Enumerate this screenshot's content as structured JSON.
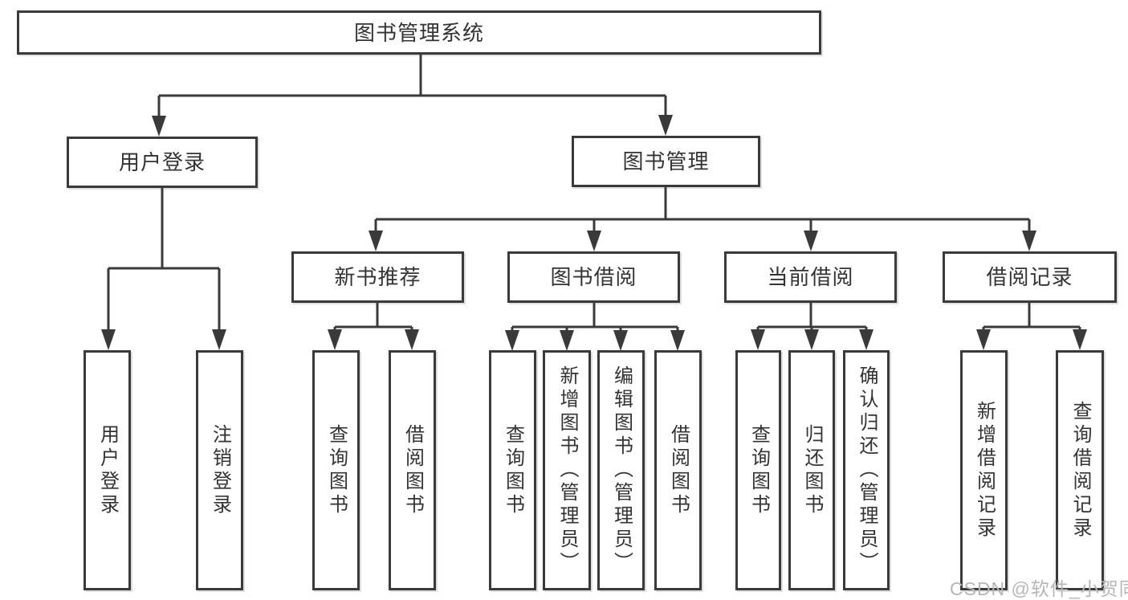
{
  "diagram": {
    "root": {
      "label": "图书管理系统"
    },
    "level2": {
      "user_login": {
        "label": "用户登录"
      },
      "book_management": {
        "label": "图书管理"
      }
    },
    "level3": {
      "new_book_recommend": {
        "label": "新书推荐"
      },
      "book_borrowing": {
        "label": "图书借阅"
      },
      "current_borrowing": {
        "label": "当前借阅"
      },
      "borrowing_records": {
        "label": "借阅记录"
      }
    },
    "leaves": {
      "user_login": {
        "label": "用户登录"
      },
      "logout": {
        "label": "注销登录"
      },
      "nb_query_books": {
        "label": "查询图书"
      },
      "nb_borrow_books": {
        "label": "借阅图书"
      },
      "bb_query_books": {
        "label": "查询图书"
      },
      "bb_add_books": {
        "label": "新增图书（管理员）"
      },
      "bb_edit_books": {
        "label": "编辑图书（管理员）"
      },
      "bb_borrow_books": {
        "label": "借阅图书"
      },
      "cb_query_books": {
        "label": "查询图书"
      },
      "cb_return_books": {
        "label": "归还图书"
      },
      "cb_confirm_return": {
        "label": "确认归还（管理员）"
      },
      "br_add_record": {
        "label": "新增借阅记录"
      },
      "br_query_record": {
        "label": "查询借阅记录"
      }
    }
  },
  "watermark": {
    "text": "CSDN @软件_小贺同学"
  },
  "colors": {
    "line": "#3a3a3a",
    "text": "#333333",
    "watermark_text": "#b6b6b6",
    "background": "#ffffff"
  }
}
